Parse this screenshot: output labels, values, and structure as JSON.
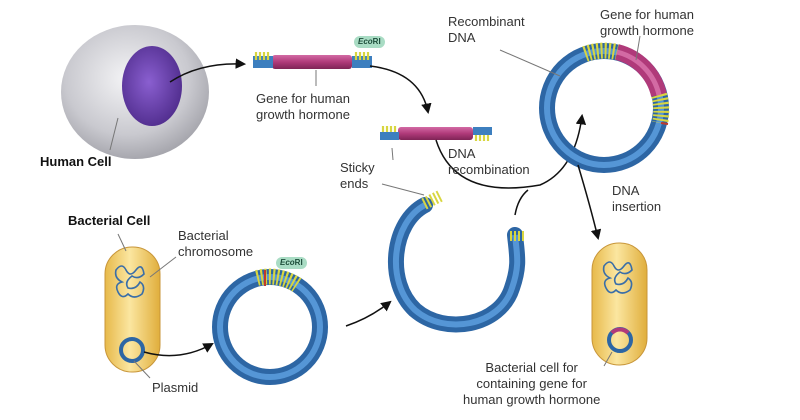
{
  "labels": {
    "human_cell": "Human Cell",
    "gene_top": "Gene for human\ngrowth hormone",
    "recombinant_dna": "Recombinant\nDNA",
    "gene_right": "Gene for human\ngrowth hormone",
    "dna_recombination": "DNA\nrecombination",
    "sticky_ends": "Sticky\nends",
    "dna_insertion": "DNA\ninsertion",
    "bacterial_cell": "Bacterial Cell",
    "bacterial_chromosome": "Bacterial\nchromosome",
    "plasmid": "Plasmid",
    "bacterial_cell_result": "Bacterial cell for\ncontaining gene for\nhuman growth hormone"
  },
  "enzyme_tags": {
    "top": {
      "italic": "Eco",
      "rest": "RI"
    },
    "bottom": {
      "italic": "Eco",
      "rest": "RI"
    }
  },
  "colors": {
    "dna_blue": "#3d7fbf",
    "gene_magenta": "#b03a7a",
    "sticky_yellow": "#d8d640",
    "bacterium_yellow": "#f2d06a",
    "nucleus_purple": "#6a3ea8",
    "enzyme_tag": "#a9dcc4"
  }
}
